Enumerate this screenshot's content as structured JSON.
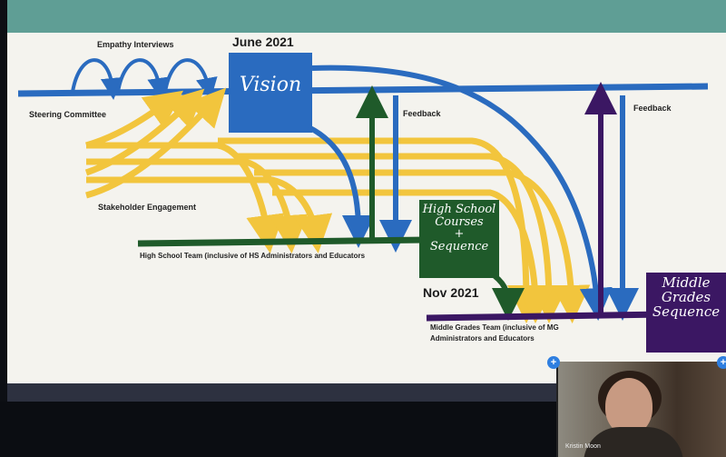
{
  "diagram": {
    "top_date": "June 2021",
    "empathy": "Empathy Interviews",
    "steering": "Steering Committee",
    "vision": "Vision",
    "feedback_left": "Feedback",
    "feedback_right": "Feedback",
    "stakeholder": "Stakeholder Engagement",
    "hs_team": "High School Team (inclusive of HS Administrators and Educators",
    "hs_box_l1": "High School",
    "hs_box_l2": "Courses",
    "hs_box_l3": "+",
    "hs_box_l4": "Sequence",
    "nov": "Nov 2021",
    "mg_team_l1": "Middle Grades Team (inclusive of MG",
    "mg_team_l2": "Administrators and Educators",
    "mg_box_l1": "Middle",
    "mg_box_l2": "Grades",
    "mg_box_l3": "Sequence"
  },
  "video": {
    "name": "Kristin Moon"
  },
  "colors": {
    "blue": "#2a6bbf",
    "yellow": "#f2c53d",
    "green": "#1f5a2a",
    "purple": "#3b1763"
  },
  "icons": {
    "add_top": "plus-icon",
    "add_side": "plus-icon"
  }
}
